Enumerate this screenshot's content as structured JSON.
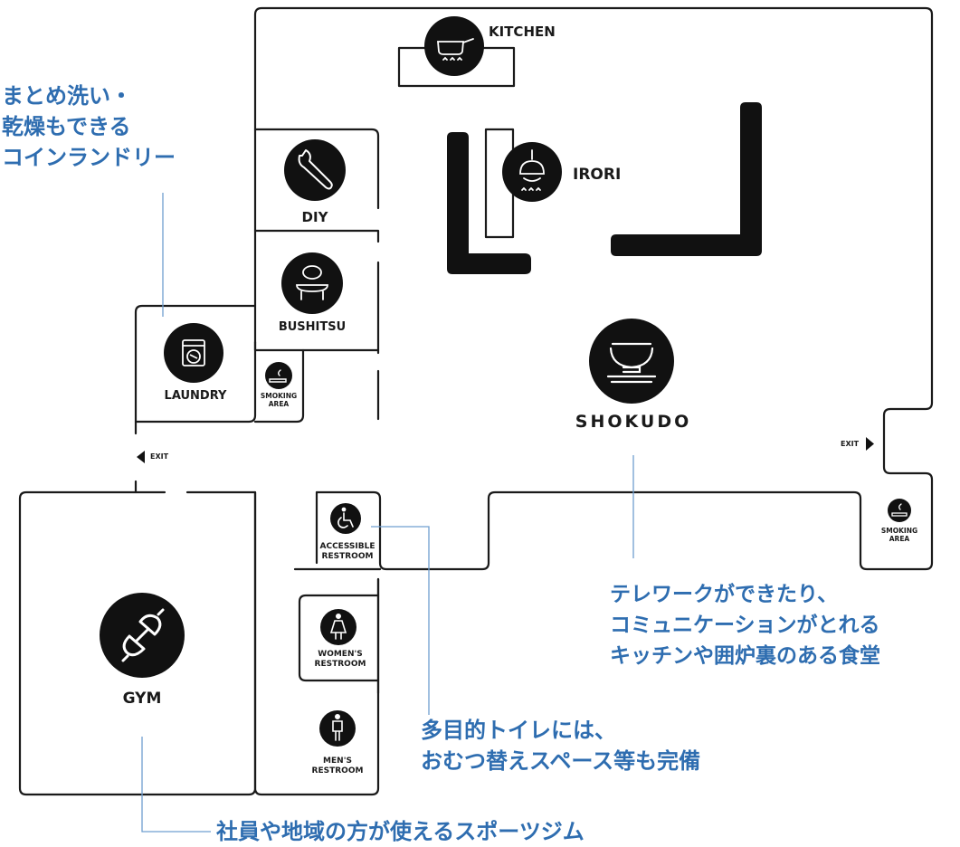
{
  "rooms": {
    "kitchen": "KITCHEN",
    "irori": "IRORI",
    "diy": "DIY",
    "bushitsu": "BUSHITSU",
    "laundry": "LAUNDRY",
    "smoking_area_left": [
      "SMOKING",
      "AREA"
    ],
    "shokudo": "SHOKUDO",
    "accessible_restroom": [
      "ACCESSIBLE",
      "RESTROOM"
    ],
    "womens_restroom": [
      "WOMEN'S",
      "RESTROOM"
    ],
    "mens_restroom": [
      "MEN'S",
      "RESTROOM"
    ],
    "gym": "GYM",
    "smoking_area_right": [
      "SMOKING",
      "AREA"
    ]
  },
  "exits": {
    "left": "EXIT",
    "right": "EXIT"
  },
  "notes": {
    "laundry": [
      "まとめ洗い・",
      "乾燥もできる",
      "コインランドリー"
    ],
    "shokudo": [
      "テレワークができたり、",
      "コミュニケーションがとれる",
      "キッチンや囲炉裏のある食堂"
    ],
    "restroom": [
      "多目的トイレには、",
      "おむつ替えスペース等も完備"
    ],
    "gym": "社員や地域の方が使えるスポーツジム"
  },
  "icons": [
    "kitchen-pot-icon",
    "irori-pot-icon",
    "wrench-icon",
    "bushitsu-icon",
    "washing-machine-icon",
    "smoking-icon",
    "rice-bowl-icon",
    "wheelchair-icon",
    "woman-icon",
    "man-icon",
    "dumbbell-icon"
  ],
  "colors": {
    "walls": "#1a1a1a",
    "icon_fill": "#111111",
    "note_text": "#2e6db0",
    "leader_line": "#6f9fd0"
  }
}
